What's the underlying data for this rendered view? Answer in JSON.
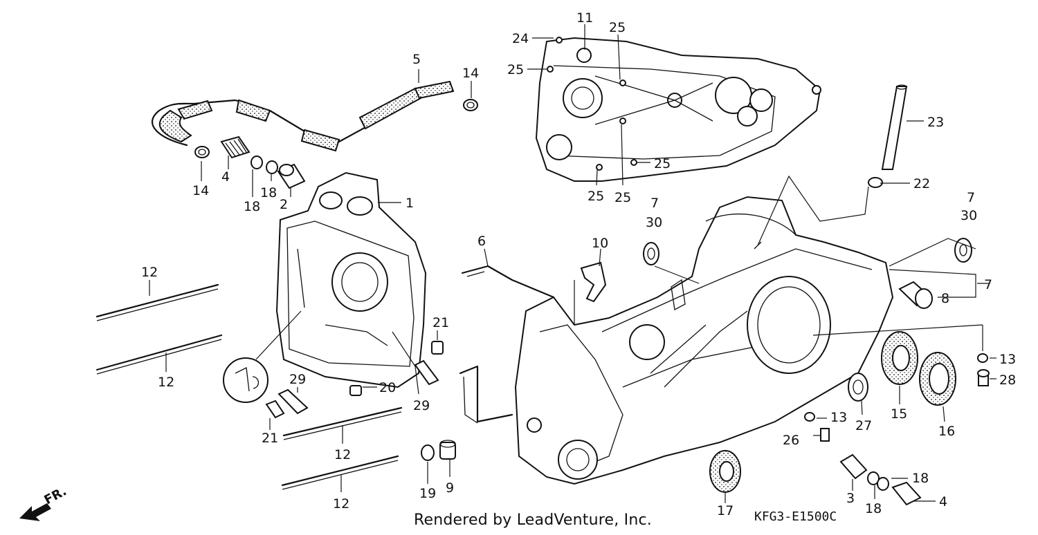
{
  "footer": {
    "rendered_by": "Rendered by LeadVenture, Inc."
  },
  "diagram_code": "KFG3-E1500C",
  "direction_label": "FR.",
  "callouts": [
    "1",
    "2",
    "3",
    "4",
    "5",
    "6",
    "7",
    "8",
    "9",
    "10",
    "11",
    "12",
    "13",
    "14",
    "15",
    "16",
    "17",
    "18",
    "19",
    "20",
    "21",
    "22",
    "23",
    "24",
    "25",
    "26",
    "27",
    "28",
    "29",
    "30"
  ]
}
